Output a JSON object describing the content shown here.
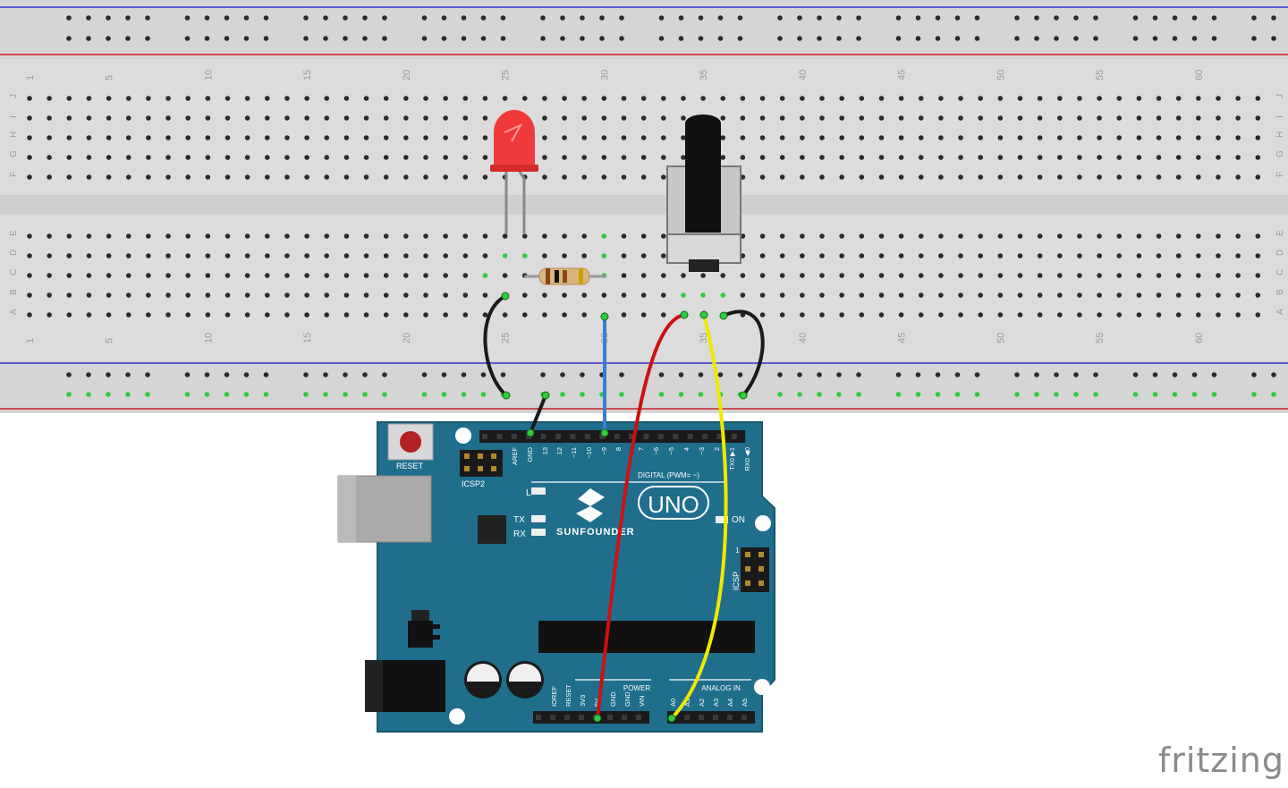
{
  "watermark": "fritzing",
  "breadboard": {
    "column_numbers": [
      "1",
      "5",
      "10",
      "15",
      "20",
      "25",
      "30",
      "35",
      "40",
      "45",
      "50",
      "55",
      "60"
    ],
    "rows_top": [
      "J",
      "I",
      "H",
      "G",
      "F"
    ],
    "rows_bottom": [
      "E",
      "D",
      "C",
      "B",
      "A"
    ]
  },
  "arduino": {
    "reset_label": "RESET",
    "icsp2_label": "ICSP2",
    "icsp_label": "ICSP",
    "icsp_pin1": "1",
    "brand": "SUNFOUNDER",
    "model": "UNO",
    "led_l": "L",
    "led_tx": "TX",
    "led_rx": "RX",
    "on_label": "ON",
    "digital_label": "DIGITAL (PWM= ~)",
    "power_label": "POWER",
    "analog_label": "ANALOG IN",
    "digital_pins": [
      "AREF",
      "GND",
      "13",
      "12",
      "~11",
      "~10",
      "~9",
      "8",
      "7",
      "~6",
      "~5",
      "4",
      "~3",
      "2",
      "TX0 ▶1",
      "RX0 ◀0"
    ],
    "power_pins": [
      "IOREF",
      "RESET",
      "3V3",
      "5V",
      "GND",
      "GND",
      "VIN"
    ],
    "analog_pins": [
      "A0",
      "A1",
      "A2",
      "A3",
      "A4",
      "A5"
    ]
  },
  "colors": {
    "board": "#1f6e8c",
    "wire_blue": "#3a7fd0",
    "wire_red": "#cc1111",
    "wire_yellow": "#f0e800",
    "wire_black": "#1a1a1a",
    "led": "#f03a3a"
  }
}
